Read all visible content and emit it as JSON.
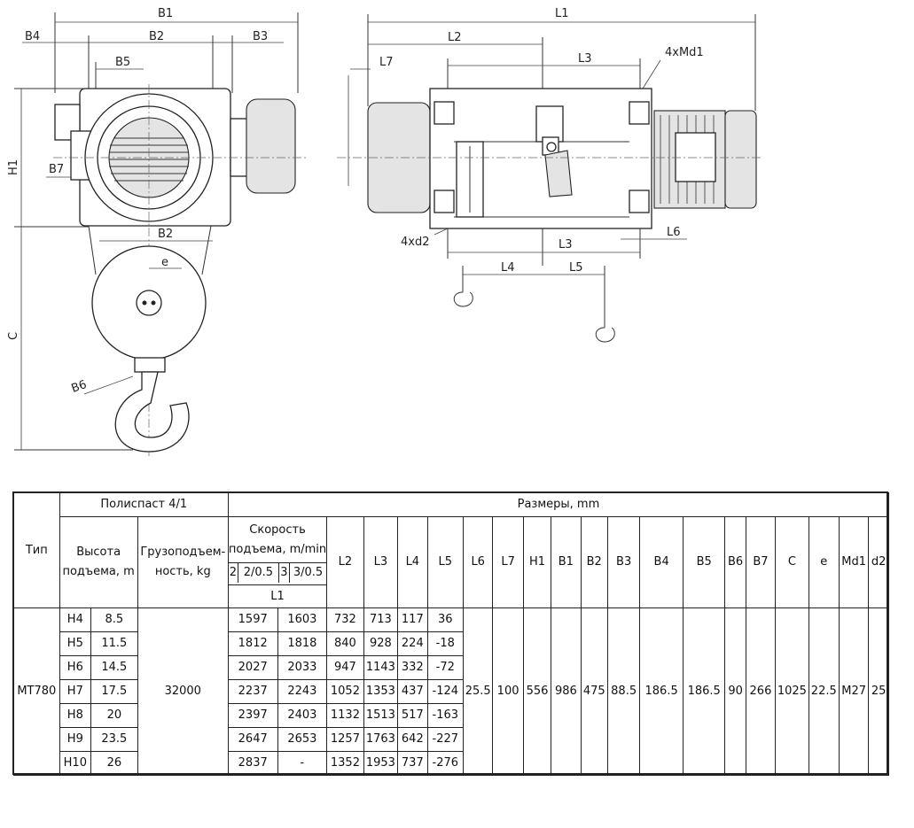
{
  "drawing": {
    "front_labels": [
      "B1",
      "B4",
      "B2",
      "B3",
      "B5",
      "H1",
      "B7",
      "B2",
      "e",
      "C",
      "B6"
    ],
    "side_labels": [
      "L1",
      "L2",
      "4xMd1",
      "L7",
      "L3",
      "4xd2",
      "L3",
      "L6",
      "L4",
      "L5"
    ]
  },
  "table": {
    "header": {
      "type": "Тип",
      "pulley": "Полиспаст 4/1",
      "sizes": "Размеры, mm",
      "height": "Высота подъема, m",
      "capacity": "Грузоподъем-ность, kg",
      "speed": "Скорость подъема, m/min",
      "speeds": [
        "2",
        "2/0.5",
        "3",
        "3/0.5"
      ],
      "l1": "L1",
      "columns": [
        "L2",
        "L3",
        "L4",
        "L5",
        "L6",
        "L7",
        "H1",
        "B1",
        "B2",
        "B3",
        "B4",
        "B5",
        "B6",
        "B7",
        "C",
        "e",
        "Md1",
        "d2"
      ]
    },
    "model": "MT780",
    "capacity": "32000",
    "rows": [
      {
        "code": "H4",
        "height": "8.5",
        "l1_a": "1597",
        "l1_b": "1603",
        "l2": "732",
        "l3": "713",
        "l4": "117",
        "l5": "36"
      },
      {
        "code": "H5",
        "height": "11.5",
        "l1_a": "1812",
        "l1_b": "1818",
        "l2": "840",
        "l3": "928",
        "l4": "224",
        "l5": "-18"
      },
      {
        "code": "H6",
        "height": "14.5",
        "l1_a": "2027",
        "l1_b": "2033",
        "l2": "947",
        "l3": "1143",
        "l4": "332",
        "l5": "-72"
      },
      {
        "code": "H7",
        "height": "17.5",
        "l1_a": "2237",
        "l1_b": "2243",
        "l2": "1052",
        "l3": "1353",
        "l4": "437",
        "l5": "-124"
      },
      {
        "code": "H8",
        "height": "20",
        "l1_a": "2397",
        "l1_b": "2403",
        "l2": "1132",
        "l3": "1513",
        "l4": "517",
        "l5": "-163"
      },
      {
        "code": "H9",
        "height": "23.5",
        "l1_a": "2647",
        "l1_b": "2653",
        "l2": "1257",
        "l3": "1763",
        "l4": "642",
        "l5": "-227"
      },
      {
        "code": "H10",
        "height": "26",
        "l1_a": "2837",
        "l1_b": "-",
        "l2": "1352",
        "l3": "1953",
        "l4": "737",
        "l5": "-276"
      }
    ],
    "common": {
      "l6": "25.5",
      "l7": "100",
      "h1": "556",
      "b1": "986",
      "b2": "475",
      "b3": "88.5",
      "b4": "186.5",
      "b5": "186.5",
      "b6": "90",
      "b7": "266",
      "c": "1025",
      "e": "22.5",
      "md1": "M27",
      "d2": "25"
    }
  }
}
